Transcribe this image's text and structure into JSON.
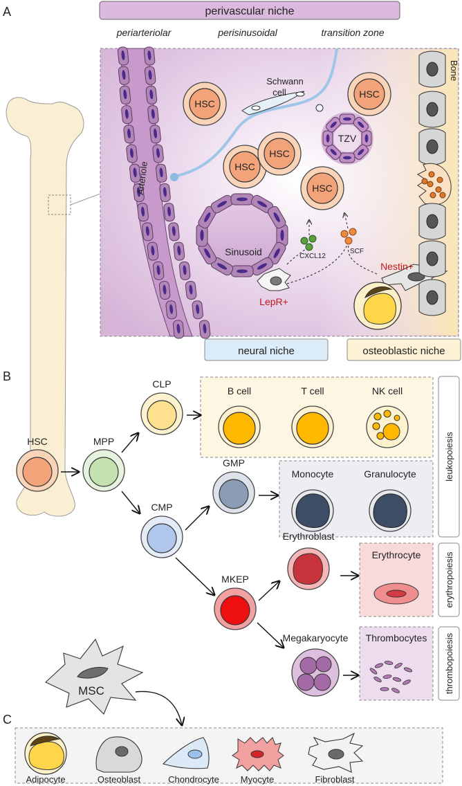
{
  "panel_a": {
    "letter": "A",
    "perivascular_niche": "perivascular niche",
    "periarteriolar": "periarteriolar",
    "perisinusoidal": "perisinusoidal",
    "transition_zone": "transition zone",
    "schwann_cell": [
      "Schwann",
      "cell"
    ],
    "bone": "Bone",
    "hsc": "HSC",
    "tzv": "TZV",
    "arteriole": "Arteriole",
    "sinusoid": "Sinusoid",
    "cxcl12": "CXCL12",
    "scf": "SCF",
    "lepr": "LepR+",
    "nestin": "Nestin+",
    "neural_niche": "neural niche",
    "osteoblastic_niche": "osteoblastic niche",
    "colors": {
      "niche_bg": "#d9b8d9",
      "bone_bg": "#fdf3d6",
      "red_label": "#c0181e",
      "nerve": "#9ec6e8"
    }
  },
  "panel_b": {
    "letter": "B",
    "hsc": "HSC",
    "mpp": "MPP",
    "clp": "CLP",
    "cmp": "CMP",
    "gmp": "GMP",
    "mkep": "MKEP",
    "b_cell": "B cell",
    "t_cell": "T cell",
    "nk_cell": "NK cell",
    "monocyte": "Monocyte",
    "granulocyte": "Granulocyte",
    "erythroblast": "Erythroblast",
    "erythrocyte": "Erythrocyte",
    "megakaryocyte": "Megakaryocyte",
    "thrombocytes": "Thrombocytes",
    "leukopoiesis": "leukopoiesis",
    "erythropoiesis": "erythropoiesis",
    "thrombopoiesis": "thrombopoiesis"
  },
  "panel_c": {
    "letter": "C",
    "msc": "MSC",
    "adipocyte": "Adipocyte",
    "osteoblast": "Osteoblast",
    "chondrocyte": "Chondrocyte",
    "myocyte": "Myocyte",
    "fibroblast": "Fibroblast"
  }
}
